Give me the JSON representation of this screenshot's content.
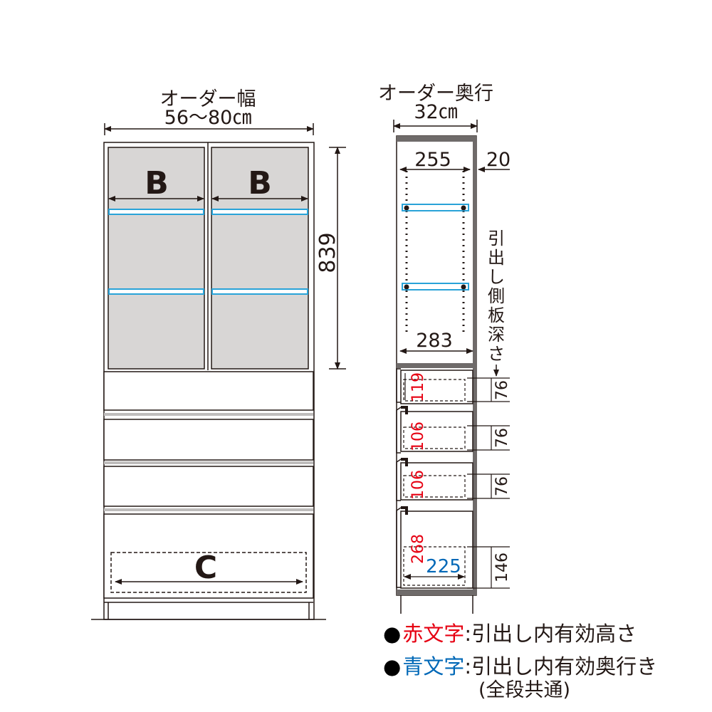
{
  "front_view": {
    "width_title": "オーダー幅",
    "width_value": "56〜80㎝",
    "height_value": "839",
    "upper_shelf_label_left": "B",
    "upper_shelf_label_right": "B",
    "bottom_drawer_label": "C"
  },
  "side_view": {
    "depth_title": "オーダー奥行",
    "depth_value": "32㎝",
    "inner_depth_top": "255",
    "back_gap": "20",
    "inner_depth_bottom": "283",
    "side_note": "引出し側板深さ",
    "drawers": [
      {
        "inner_height": "119",
        "side_depth": "76"
      },
      {
        "inner_height": "106",
        "side_depth": "76"
      },
      {
        "inner_height": "106",
        "side_depth": "76"
      },
      {
        "inner_height": "268",
        "side_depth": "146",
        "inner_depth": "225"
      }
    ]
  },
  "legend": {
    "bullet": "●",
    "red_label": "赤文字",
    "red_text": ":引出し内有効高さ",
    "blue_label": "青文字",
    "blue_text": ":引出し内有効奥行き",
    "blue_note": "(全段共通)"
  },
  "colors": {
    "line": "#231815",
    "glass": "#d8d6d5",
    "shelf_blue": "#29a3d8",
    "red_text": "#e60012",
    "blue_text": "#0068b7",
    "dark_panel": "#6f6b6a"
  }
}
